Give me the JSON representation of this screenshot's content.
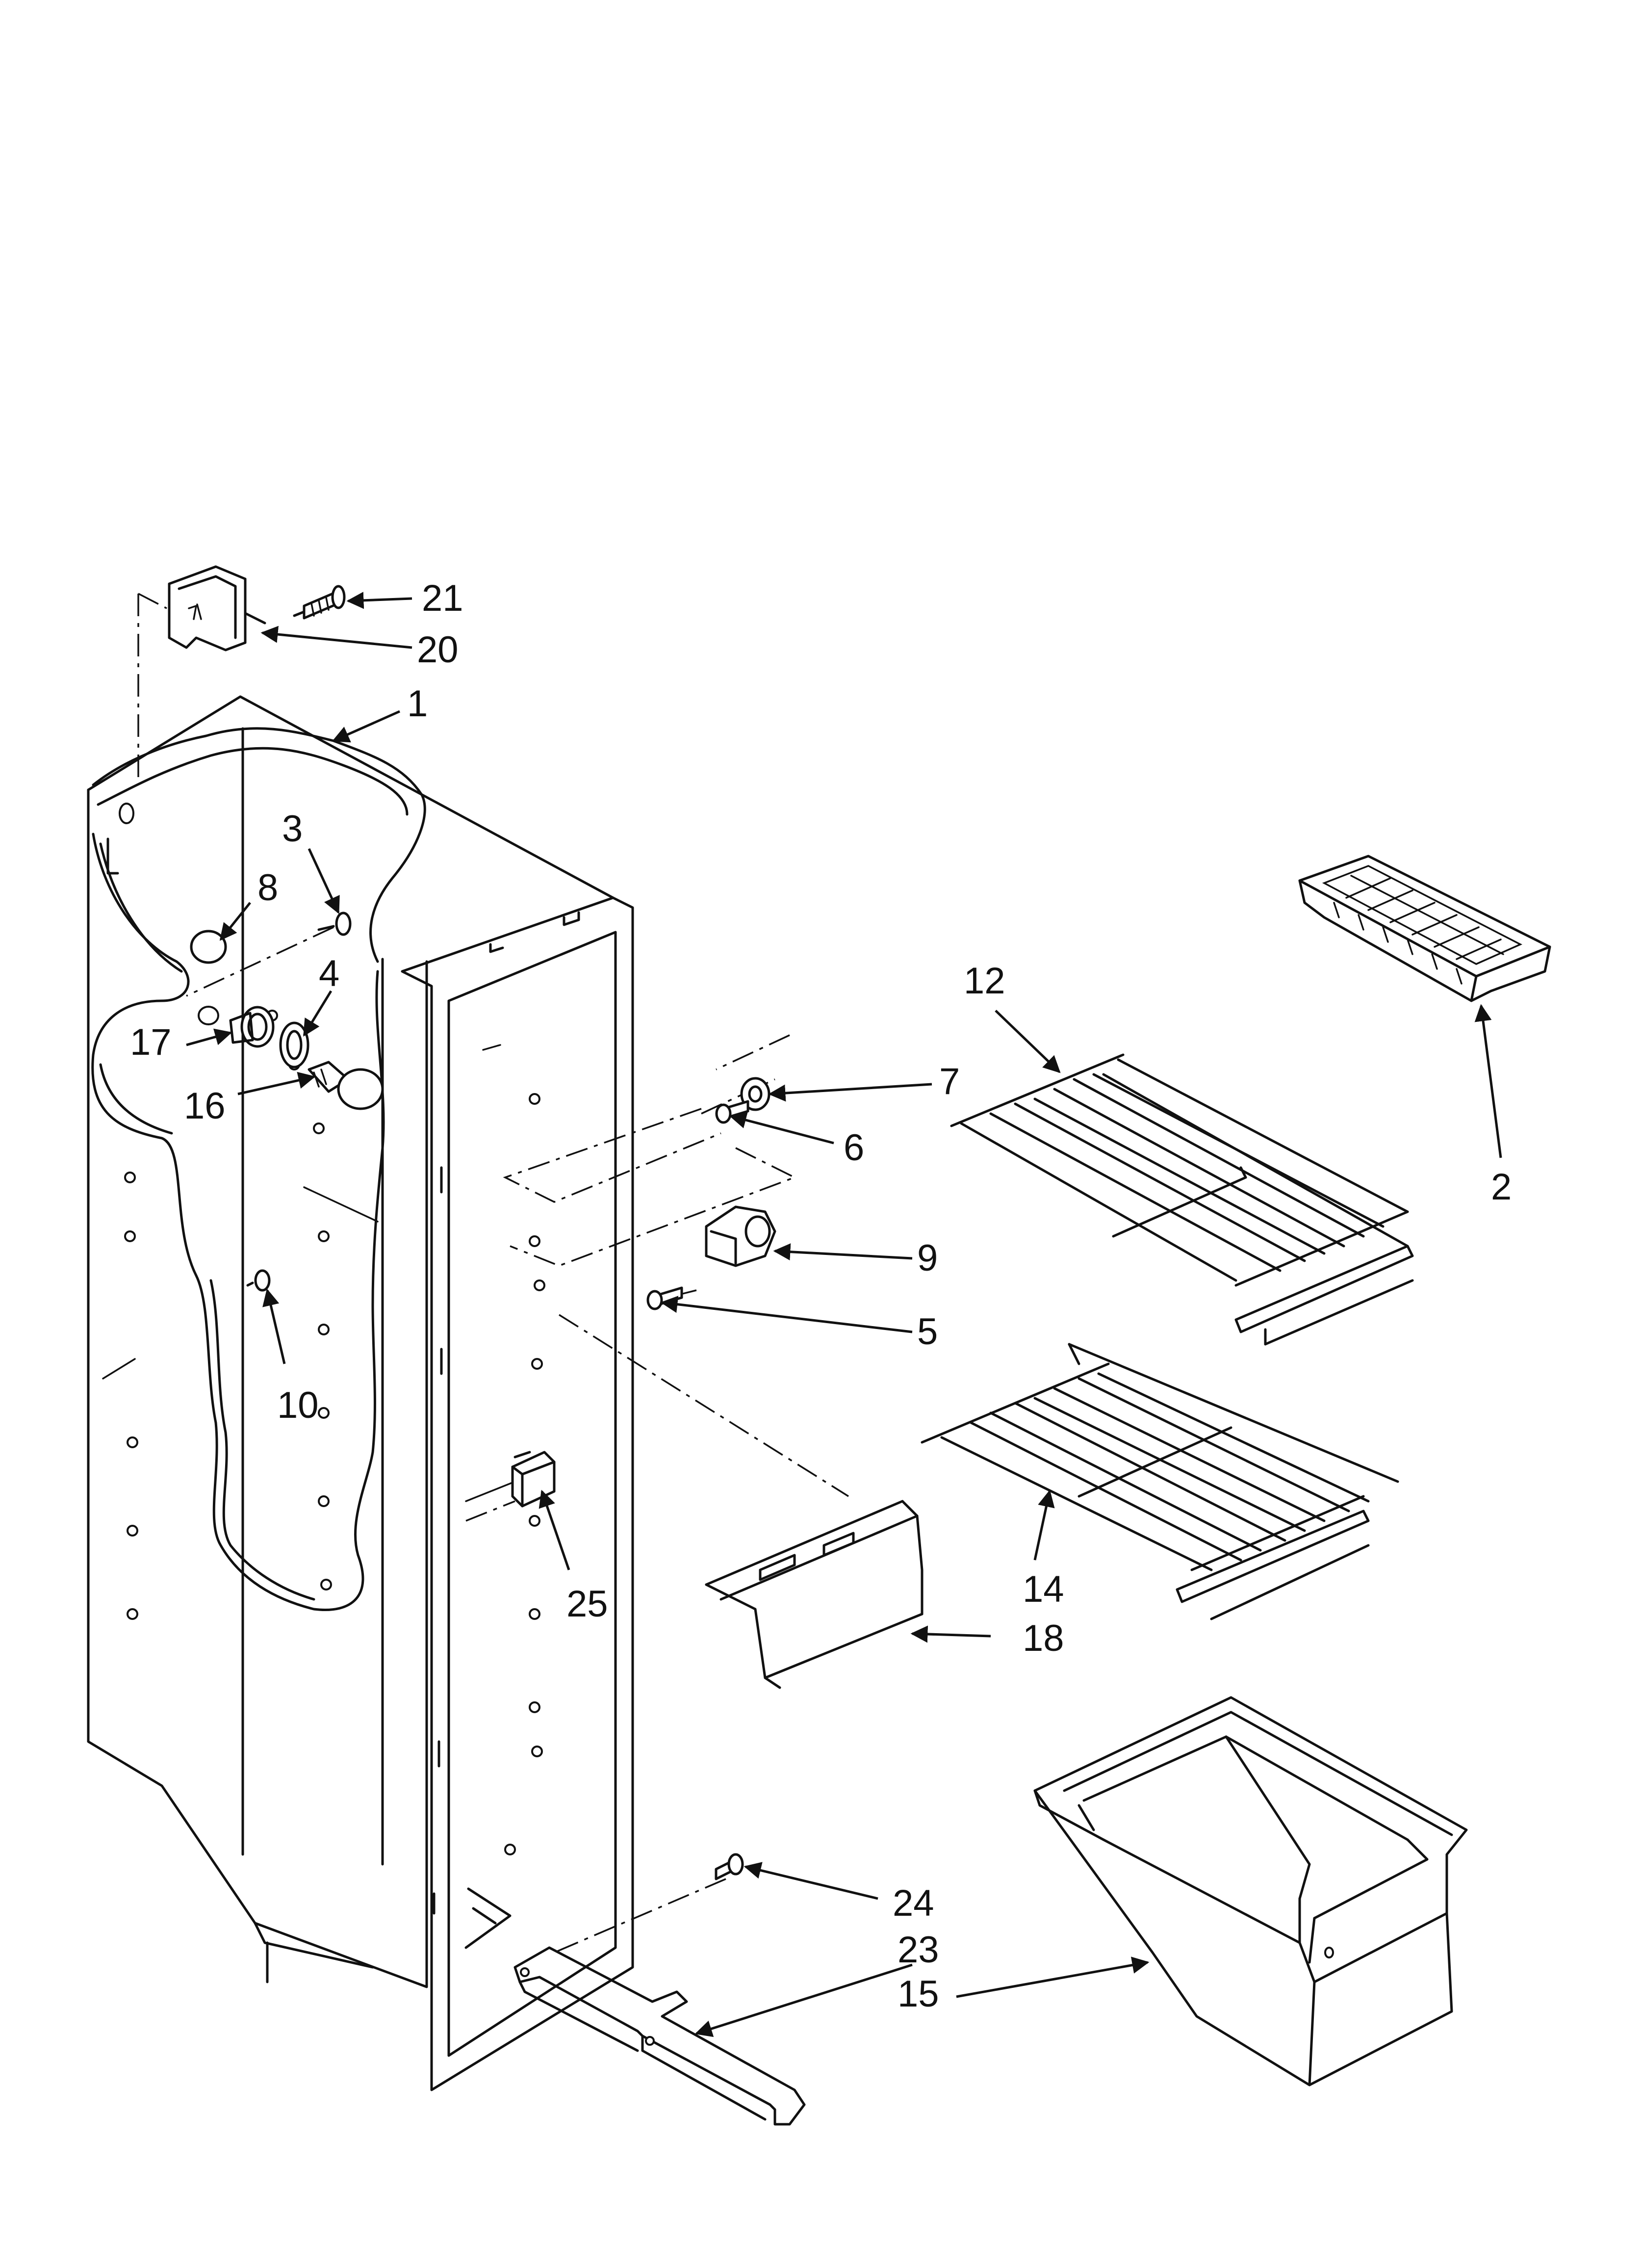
{
  "diagram": {
    "type": "exploded parts diagram",
    "callouts": [
      {
        "id": "c21",
        "label": "21"
      },
      {
        "id": "c20",
        "label": "20"
      },
      {
        "id": "c1",
        "label": "1"
      },
      {
        "id": "c3",
        "label": "3"
      },
      {
        "id": "c8",
        "label": "8"
      },
      {
        "id": "c4",
        "label": "4"
      },
      {
        "id": "c17",
        "label": "17"
      },
      {
        "id": "c16",
        "label": "16"
      },
      {
        "id": "c10",
        "label": "10"
      },
      {
        "id": "c7",
        "label": "7"
      },
      {
        "id": "c6",
        "label": "6"
      },
      {
        "id": "c9",
        "label": "9"
      },
      {
        "id": "c5",
        "label": "5"
      },
      {
        "id": "c25",
        "label": "25"
      },
      {
        "id": "c12",
        "label": "12"
      },
      {
        "id": "c2",
        "label": "2"
      },
      {
        "id": "c14",
        "label": "14"
      },
      {
        "id": "c18",
        "label": "18"
      },
      {
        "id": "c24",
        "label": "24"
      },
      {
        "id": "c23",
        "label": "23"
      },
      {
        "id": "c15",
        "label": "15"
      }
    ]
  }
}
